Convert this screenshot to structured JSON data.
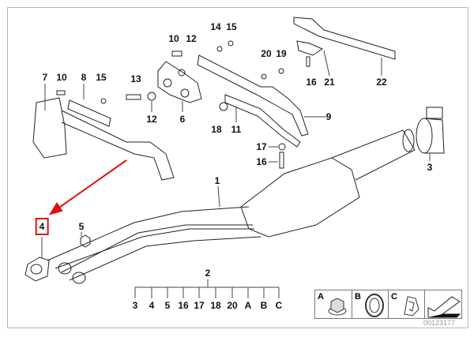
{
  "diagram": {
    "title_part_number": "00123177",
    "highlight_color": "#e01010",
    "callouts": [
      {
        "id": "c7",
        "label": "7"
      },
      {
        "id": "c10a",
        "label": "10"
      },
      {
        "id": "c8",
        "label": "8"
      },
      {
        "id": "c15a",
        "label": "15"
      },
      {
        "id": "c13",
        "label": "13"
      },
      {
        "id": "c12a",
        "label": "12"
      },
      {
        "id": "c6",
        "label": "6"
      },
      {
        "id": "c10b",
        "label": "10"
      },
      {
        "id": "c12b",
        "label": "12"
      },
      {
        "id": "c14",
        "label": "14"
      },
      {
        "id": "c15b",
        "label": "15"
      },
      {
        "id": "c20",
        "label": "20"
      },
      {
        "id": "c19",
        "label": "19"
      },
      {
        "id": "c16a",
        "label": "16"
      },
      {
        "id": "c21",
        "label": "21"
      },
      {
        "id": "c22",
        "label": "22"
      },
      {
        "id": "c9",
        "label": "9"
      },
      {
        "id": "c18",
        "label": "18"
      },
      {
        "id": "c11",
        "label": "11"
      },
      {
        "id": "c17",
        "label": "17"
      },
      {
        "id": "c16b",
        "label": "16"
      },
      {
        "id": "c3",
        "label": "3"
      },
      {
        "id": "c1",
        "label": "1"
      },
      {
        "id": "c4",
        "label": "4"
      },
      {
        "id": "c5",
        "label": "5"
      },
      {
        "id": "c2",
        "label": "2"
      }
    ],
    "kit": {
      "label": "2",
      "contents": [
        "3",
        "4",
        "5",
        "16",
        "17",
        "18",
        "20",
        "A",
        "B",
        "C"
      ]
    },
    "legend": [
      {
        "key": "A",
        "part": "nut-icon"
      },
      {
        "key": "B",
        "part": "ring-icon"
      },
      {
        "key": "C",
        "part": "clip-icon"
      },
      {
        "key": "",
        "part": "arrow-icon"
      }
    ]
  }
}
